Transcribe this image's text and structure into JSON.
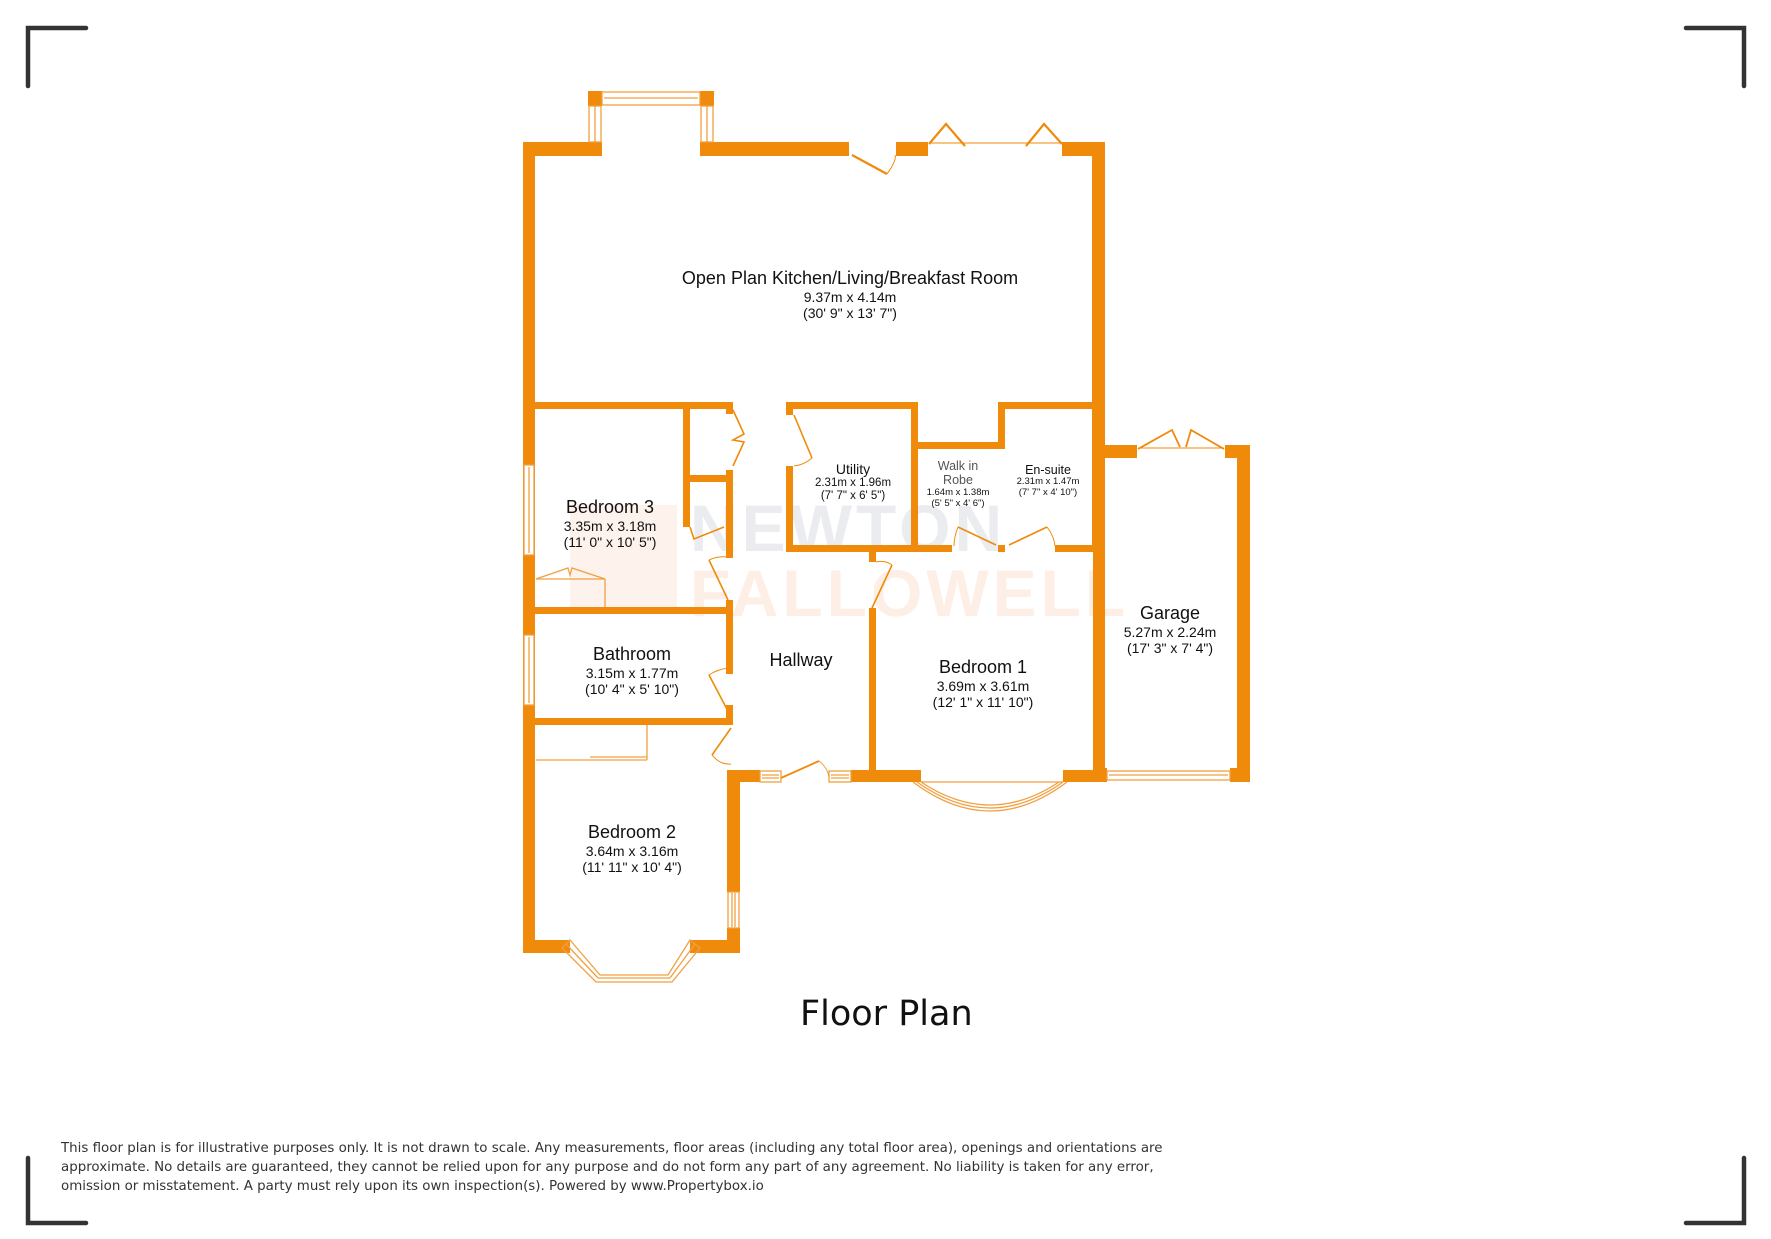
{
  "title": "Floor Plan",
  "colors": {
    "wall": "#F08A0A",
    "fixture_line": "#F0A040",
    "corner_marks": "#333333",
    "text": "#111111",
    "watermark_gray": "#A0AAB9",
    "watermark_orange": "#F09664"
  },
  "watermark": {
    "line1": "NEWTON",
    "line2": "FALLOWELL"
  },
  "rooms": [
    {
      "id": "open-plan",
      "name": "Open Plan Kitchen/Living/Breakfast Room",
      "metric": "9.37m x 4.14m",
      "imperial": "(30' 9\" x 13' 7\")"
    },
    {
      "id": "utility",
      "name": "Utility",
      "metric": "2.31m x 1.96m",
      "imperial": "(7' 7\" x 6' 5\")"
    },
    {
      "id": "walk-in-robe",
      "name": "Walk in Robe",
      "metric": "1.64m x 1.38m",
      "imperial": "(5' 5\" x 4' 6\")"
    },
    {
      "id": "en-suite",
      "name": "En-suite",
      "metric": "2.31m x 1.47m",
      "imperial": "(7' 7\" x 4' 10\")"
    },
    {
      "id": "bedroom-3",
      "name": "Bedroom 3",
      "metric": "3.35m x 3.18m",
      "imperial": "(11' 0\" x 10' 5\")"
    },
    {
      "id": "bathroom",
      "name": "Bathroom",
      "metric": "3.15m x 1.77m",
      "imperial": "(10' 4\" x 5' 10\")"
    },
    {
      "id": "hallway",
      "name": "Hallway"
    },
    {
      "id": "bedroom-1",
      "name": "Bedroom 1",
      "metric": "3.69m x 3.61m",
      "imperial": "(12' 1\" x 11' 10\")"
    },
    {
      "id": "garage",
      "name": "Garage",
      "metric": "5.27m x 2.24m",
      "imperial": "(17' 3\" x 7' 4\")"
    },
    {
      "id": "bedroom-2",
      "name": "Bedroom 2",
      "metric": "3.64m x 3.16m",
      "imperial": "(11' 11\" x 10' 4\")"
    }
  ],
  "robe_name_lines": [
    "Walk in",
    "Robe"
  ],
  "disclaimer": {
    "line1": "This floor plan is for illustrative purposes only. It is not drawn to scale. Any measurements, floor areas (including any total floor area), openings and orientations are",
    "line2": "approximate. No details are guaranteed, they cannot be relied upon for any purpose and do not form any part of any agreement. No liability is taken for any error,",
    "line3": "omission or misstatement. A party must rely upon its own inspection(s). Powered by www.Propertybox.io"
  }
}
